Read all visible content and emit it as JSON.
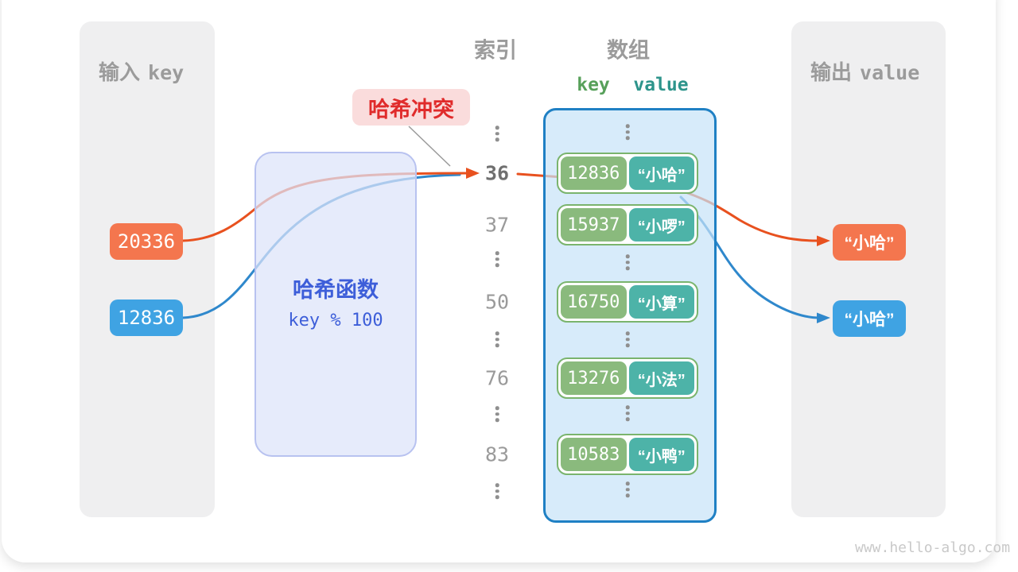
{
  "colors": {
    "orange": "#f4764e",
    "orange-line": "#e8511f",
    "blue": "#3fa3e3",
    "blue-line": "#2f88cc",
    "panel-gray": "#efeff0",
    "title-gray": "#9b9b9b",
    "pink-bg": "#fadcdc",
    "red": "#e02b2b",
    "hash-text": "#3d5ed9",
    "array-border": "#1f80c4",
    "pair-border": "#7ab46d",
    "key-green": "#8aba7d",
    "val-teal": "#4db3a8",
    "key-header": "#57a05a",
    "value-header": "#2d948b",
    "index-gray": "#9a9a9a"
  },
  "left_panel": {
    "title_cn": "输入",
    "title_en": "key",
    "badges": [
      {
        "label": "20336"
      },
      {
        "label": "12836"
      }
    ]
  },
  "hash_box": {
    "title": "哈希函数",
    "formula": "key % 100"
  },
  "collision_label": {
    "text": "哈希冲突"
  },
  "index_column": {
    "header": "索引",
    "values": [
      "36",
      "37",
      "50",
      "76",
      "83"
    ],
    "highlighted": "36"
  },
  "array": {
    "header": "数组",
    "key_header": "key",
    "value_header": "value",
    "pairs": [
      {
        "key": "12836",
        "value": "“小哈”"
      },
      {
        "key": "15937",
        "value": "“小啰”"
      },
      {
        "key": "16750",
        "value": "“小算”"
      },
      {
        "key": "13276",
        "value": "“小法”"
      },
      {
        "key": "10583",
        "value": "“小鸭”"
      }
    ]
  },
  "right_panel": {
    "title_cn": "输出",
    "title_en": "value",
    "badges": [
      {
        "label": "“小哈”"
      },
      {
        "label": "“小哈”"
      }
    ]
  },
  "watermark": "www.hello-algo.com"
}
